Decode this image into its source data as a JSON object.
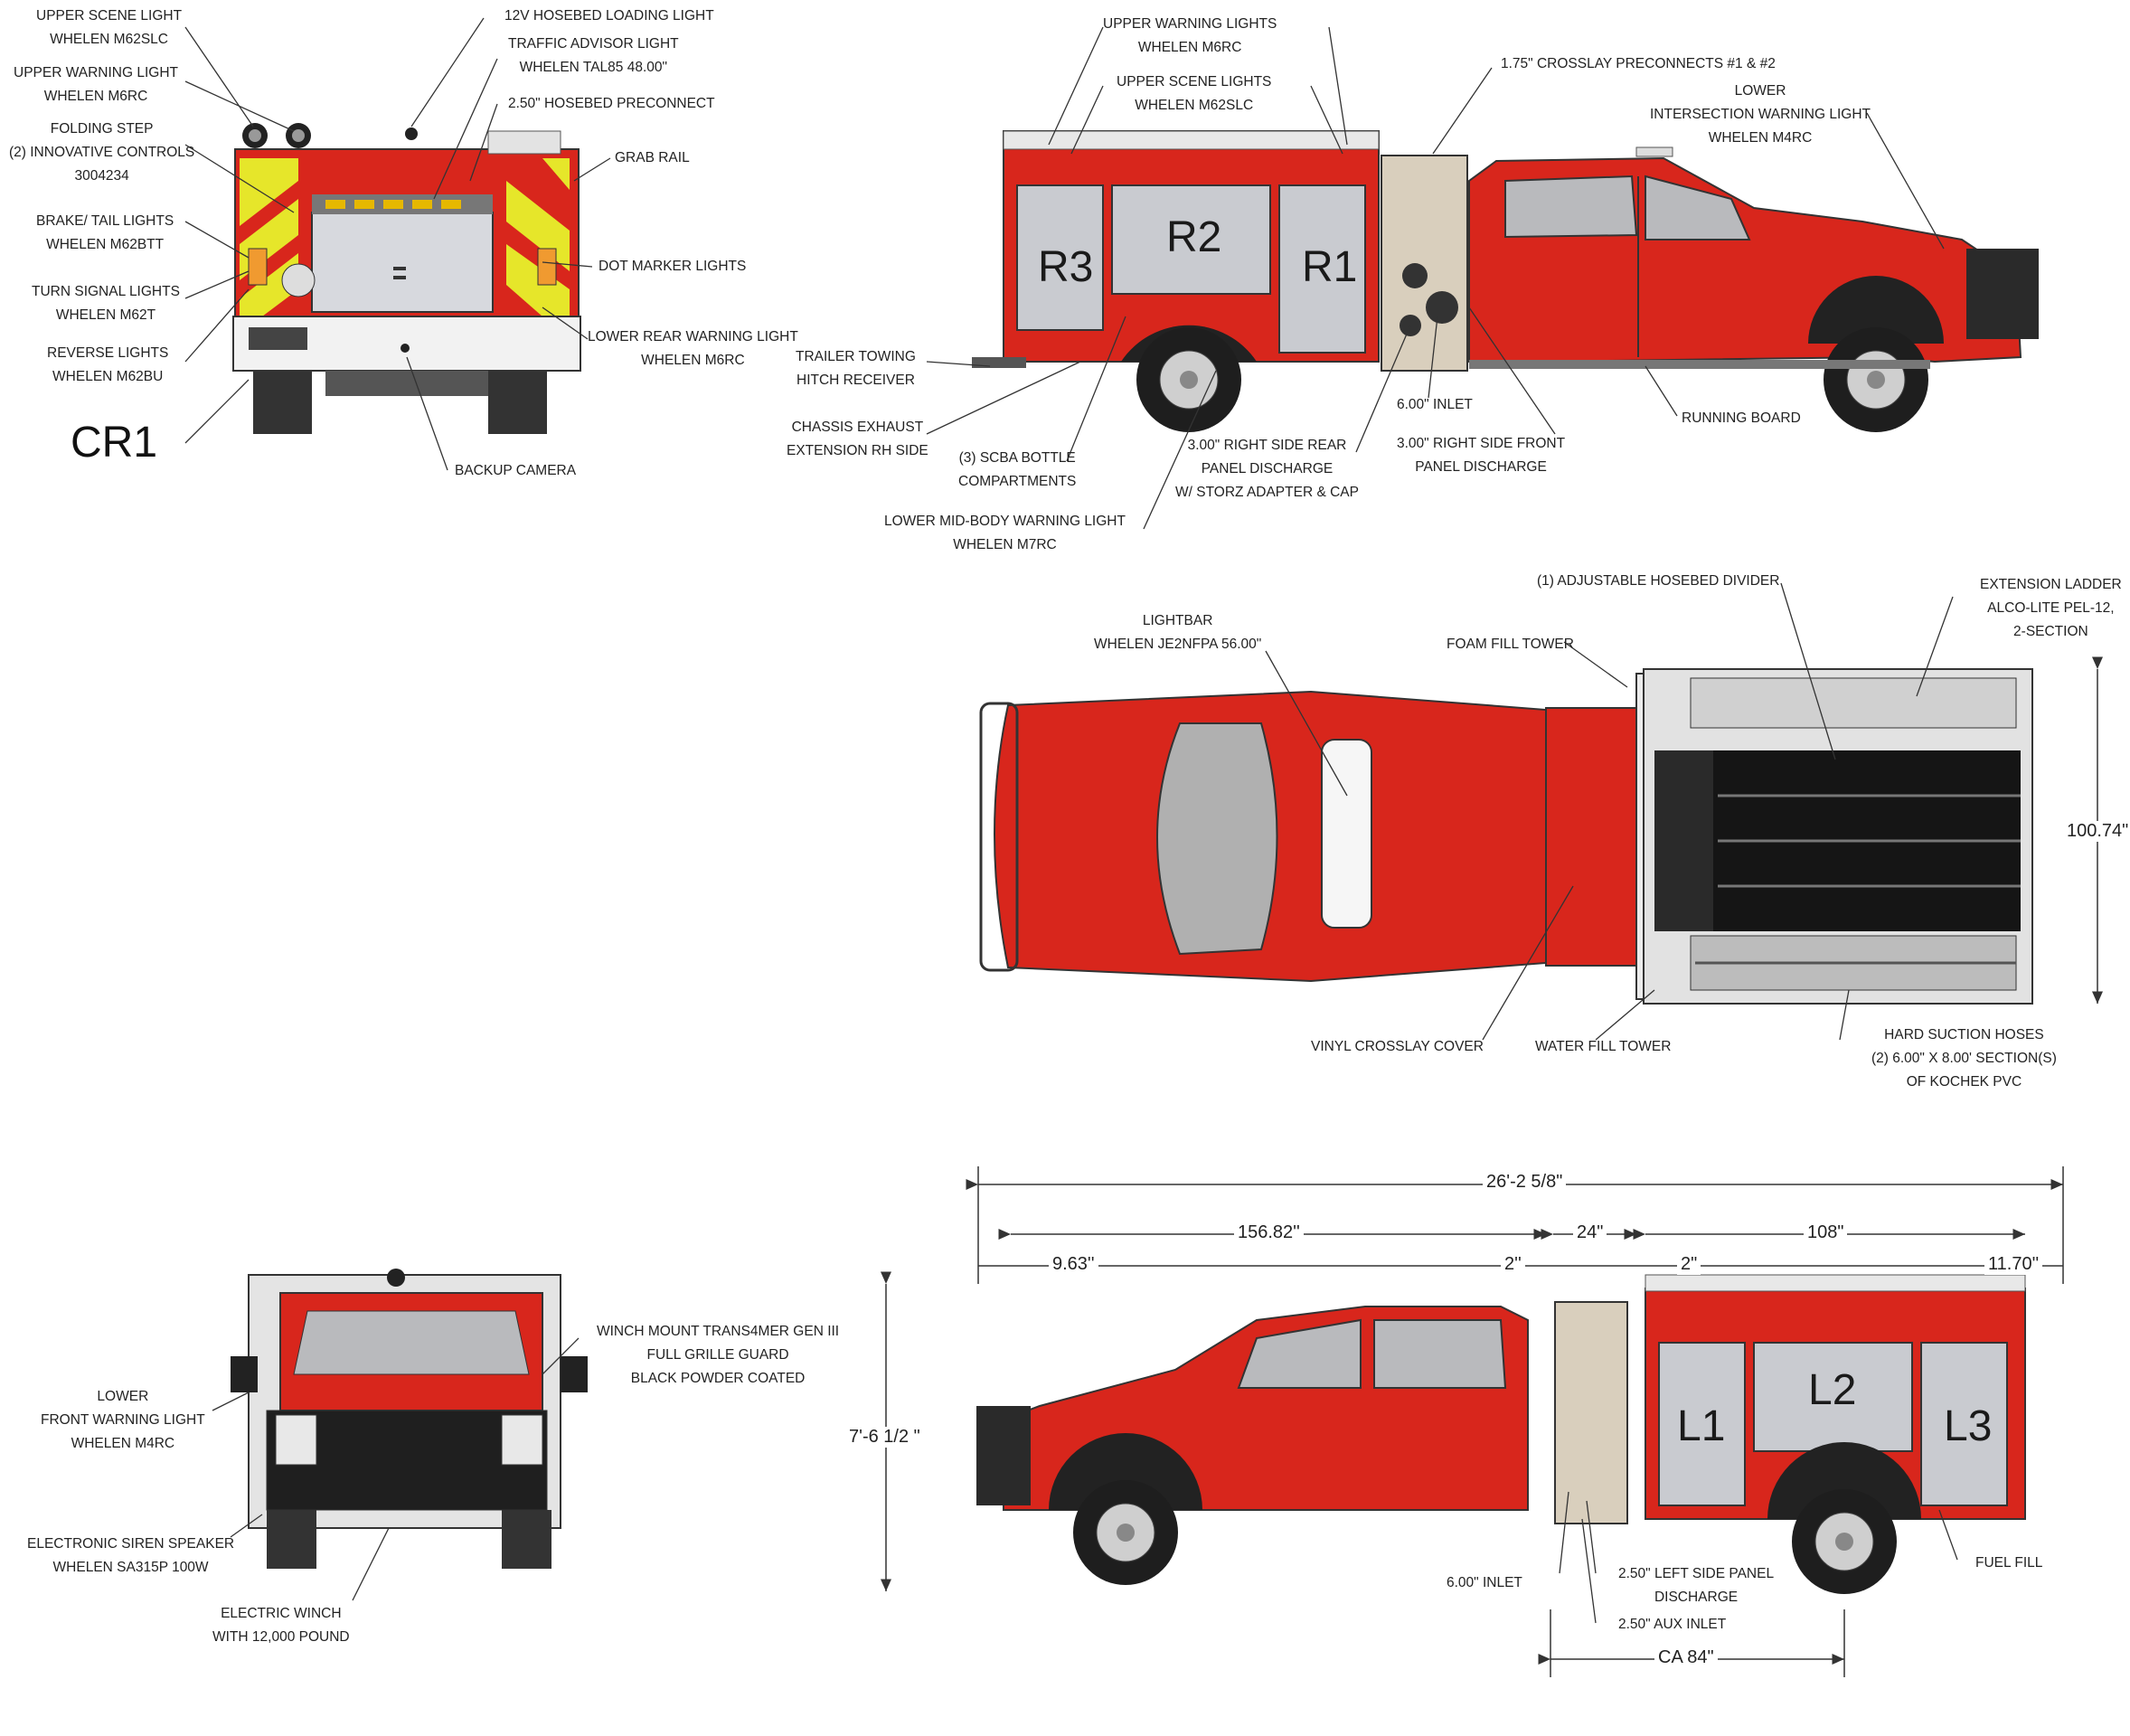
{
  "colors": {
    "body_red": "#d8261c",
    "chevron_yellow": "#e6e62a",
    "door_gray": "#c9cbd0",
    "tire": "#222222",
    "line": "#333333"
  },
  "rear_view": {
    "title": "CR1",
    "labels": {
      "upper_scene": "UPPER SCENE LIGHT\nWHELEN M62SLC",
      "upper_warning": "UPPER WARNING LIGHT\nWHELEN M6RC",
      "folding_step": "FOLDING STEP\n(2) INNOVATIVE CONTROLS\n3004234",
      "brake_tail": "BRAKE/ TAIL LIGHTS\nWHELEN M62BTT",
      "turn_signal": "TURN SIGNAL LIGHTS\nWHELEN M62T",
      "reverse": "REVERSE LIGHTS\nWHELEN M62BU",
      "hosebed_loading": "12V HOSEBED LOADING LIGHT",
      "traffic_advisor": "TRAFFIC ADVISOR LIGHT\nWHELEN TAL85 48.00\"",
      "hosebed_preconnect": "2.50\" HOSEBED PRECONNECT",
      "grab_rail": "GRAB RAIL",
      "dot_marker": "DOT MARKER LIGHTS",
      "lower_rear_warning": "LOWER REAR WARNING LIGHT\nWHELEN M6RC",
      "backup_camera": "BACKUP CAMERA"
    }
  },
  "right_side_view": {
    "compartments": [
      "R3",
      "R2",
      "R1"
    ],
    "labels": {
      "upper_warning": "UPPER WARNING LIGHTS\nWHELEN M6RC",
      "upper_scene": "UPPER SCENE LIGHTS\nWHELEN M62SLC",
      "crosslay": "1.75\" CROSSLAY PRECONNECTS #1 & #2",
      "intersection": "LOWER\nINTERSECTION WARNING LIGHT\nWHELEN M4RC",
      "trailer": "TRAILER TOWING\nHITCH RECEIVER",
      "exhaust": "CHASSIS EXHAUST\nEXTENSION RH SIDE",
      "scba": "(3) SCBA BOTTLE\nCOMPARTMENTS",
      "midbody": "LOWER MID-BODY WARNING LIGHT\nWHELEN M7RC",
      "rear_discharge": "3.00\" RIGHT SIDE REAR\nPANEL DISCHARGE\nW/ STORZ ADAPTER & CAP",
      "inlet": "6.00\" INLET",
      "front_discharge": "3.00\" RIGHT SIDE FRONT\nPANEL DISCHARGE",
      "running_board": "RUNNING BOARD"
    }
  },
  "top_view": {
    "labels": {
      "lightbar": "LIGHTBAR\nWHELEN JE2NFPA 56.00\"",
      "divider": "(1) ADJUSTABLE HOSEBED DIVIDER",
      "foam": "FOAM FILL TOWER",
      "ladder": "EXTENSION LADDER\nALCO-LITE PEL-12,\n2-SECTION",
      "width": "100.74\"",
      "vinyl": "VINYL CROSSLAY COVER",
      "water": "WATER FILL TOWER",
      "suction": "HARD SUCTION HOSES\n(2) 6.00\" X 8.00' SECTION(S)\nOF KOCHEK PVC"
    }
  },
  "front_view": {
    "labels": {
      "winch_mount": "WINCH MOUNT TRANS4MER GEN III\nFULL GRILLE GUARD\nBLACK POWDER COATED",
      "front_warning": "LOWER\nFRONT WARNING LIGHT\nWHELEN M4RC",
      "siren": "ELECTRONIC SIREN SPEAKER\nWHELEN SA315P 100W",
      "winch": "ELECTRIC WINCH\nWITH 12,000 POUND"
    }
  },
  "left_side_view": {
    "compartments": [
      "L1",
      "L2",
      "L3"
    ],
    "dimensions": {
      "overall": "26'-2 5/8\"",
      "wheelbase": "156.82''",
      "pump": "24\"",
      "body": "108\"",
      "front_overhang": "9.63''",
      "gap1": "2''",
      "gap2": "2\"",
      "rear_overhang": "11.70''",
      "height": "7'-6 1/2 \"",
      "ca": "CA 84\""
    },
    "labels": {
      "inlet": "6.00\" INLET",
      "left_discharge": "2.50\" LEFT SIDE PANEL\nDISCHARGE",
      "aux_inlet": "2.50\" AUX INLET",
      "fuel_fill": "FUEL FILL"
    }
  }
}
